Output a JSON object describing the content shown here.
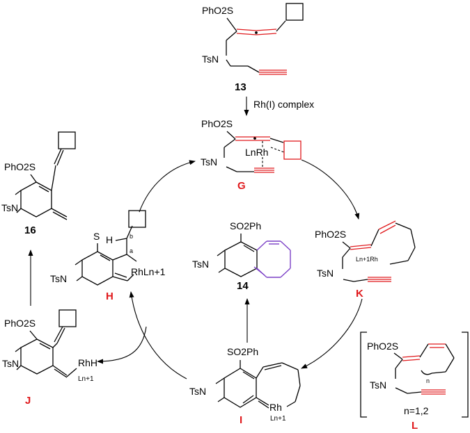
{
  "reagent": "Rh(I) complex",
  "compounds": {
    "c13": {
      "sulfone": "PhO2S",
      "amine": "TsN",
      "label": "13"
    },
    "G": {
      "sulfone": "PhO2S",
      "amine": "TsN",
      "metal": "LnRh",
      "label": "G"
    },
    "K": {
      "sulfone": "PhO2S",
      "amine": "TsN",
      "metal": "Ln+1Rh",
      "label": "K"
    },
    "I": {
      "sulfone": "SO2Ph",
      "amine": "TsN",
      "metal": "Rh",
      "ligand": "Ln+1",
      "label": "I"
    },
    "c14": {
      "sulfone": "SO2Ph",
      "amine": "TsN",
      "label": "14"
    },
    "H": {
      "sulfur": "S",
      "amine": "TsN",
      "metal": "RhLn+1",
      "bond_a": "a",
      "bond_b": "b",
      "hydrogen": "H",
      "label": "H"
    },
    "J": {
      "sulfone": "PhO2S",
      "amine": "TsN",
      "metal": "RhH",
      "ligand": "Ln+1",
      "label": "J"
    },
    "c16": {
      "sulfone": "PhO2S",
      "amine": "TsN",
      "label": "16"
    },
    "L": {
      "sulfone": "PhO2S",
      "amine": "TsN",
      "ring_index": "n",
      "note": "n=1,2",
      "label": "L"
    }
  },
  "colors": {
    "highlight": "#e0191c",
    "ring": "#7a3fc6",
    "text": "#000000"
  }
}
